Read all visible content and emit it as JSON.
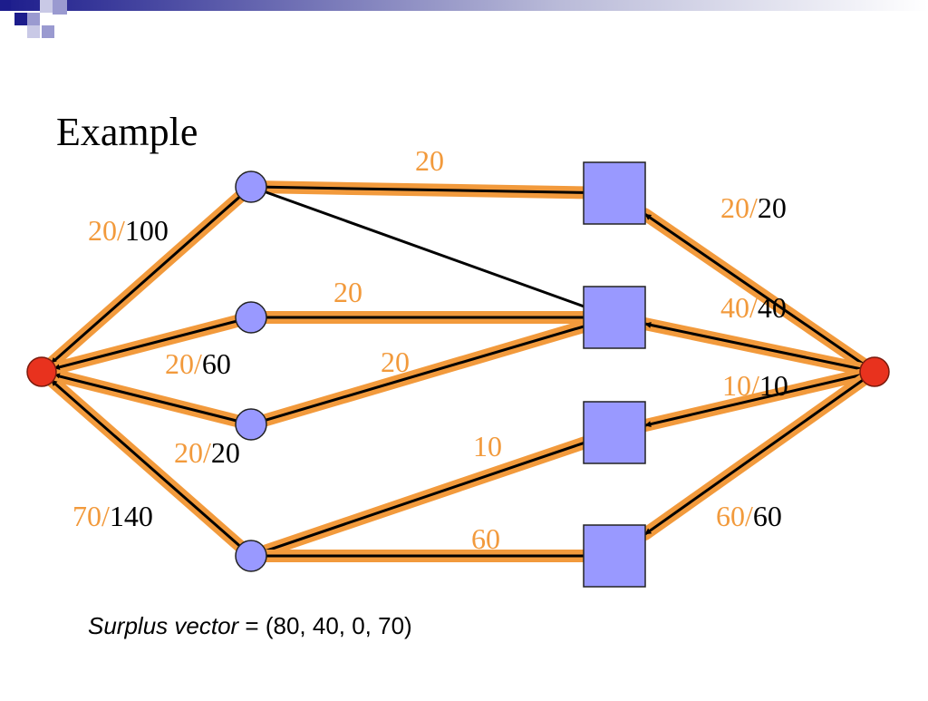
{
  "title": "Example",
  "colors": {
    "flow": "#f29a3c",
    "edge": "#000000",
    "terminal_node": "#e8321e",
    "node_fill": "#9999ff",
    "header_dark": "#1c1c8c"
  },
  "nodes": {
    "source": {
      "kind": "terminal",
      "side": "left"
    },
    "sink": {
      "kind": "terminal",
      "side": "right"
    },
    "left": [
      "l1",
      "l2",
      "l3",
      "l4"
    ],
    "right": [
      "r1",
      "r2",
      "r3",
      "r4"
    ]
  },
  "edges": [
    {
      "id": "l1-src",
      "flow": "20",
      "capacity": "100"
    },
    {
      "id": "l2-src",
      "flow": "20",
      "capacity": "60"
    },
    {
      "id": "l3-src",
      "flow": "20",
      "capacity": "20"
    },
    {
      "id": "l4-src",
      "flow": "70",
      "capacity": "140"
    },
    {
      "id": "l1-r1",
      "flow": "20",
      "capacity": ""
    },
    {
      "id": "l2-r2",
      "flow": "20",
      "capacity": ""
    },
    {
      "id": "l3-r2",
      "flow": "20",
      "capacity": ""
    },
    {
      "id": "l4-r3",
      "flow": "10",
      "capacity": ""
    },
    {
      "id": "l4-r4",
      "flow": "60",
      "capacity": ""
    },
    {
      "id": "sink-r1",
      "flow": "20",
      "capacity": "20"
    },
    {
      "id": "sink-r2",
      "flow": "40",
      "capacity": "40"
    },
    {
      "id": "sink-r3",
      "flow": "10",
      "capacity": "10"
    },
    {
      "id": "sink-r4",
      "flow": "60",
      "capacity": "60"
    },
    {
      "id": "l1-r2",
      "flow": "",
      "capacity": ""
    }
  ],
  "separator": "/",
  "surplus": {
    "label": "Surplus vector",
    "equals": " = ",
    "value": "(80, 40, 0, 70)"
  }
}
